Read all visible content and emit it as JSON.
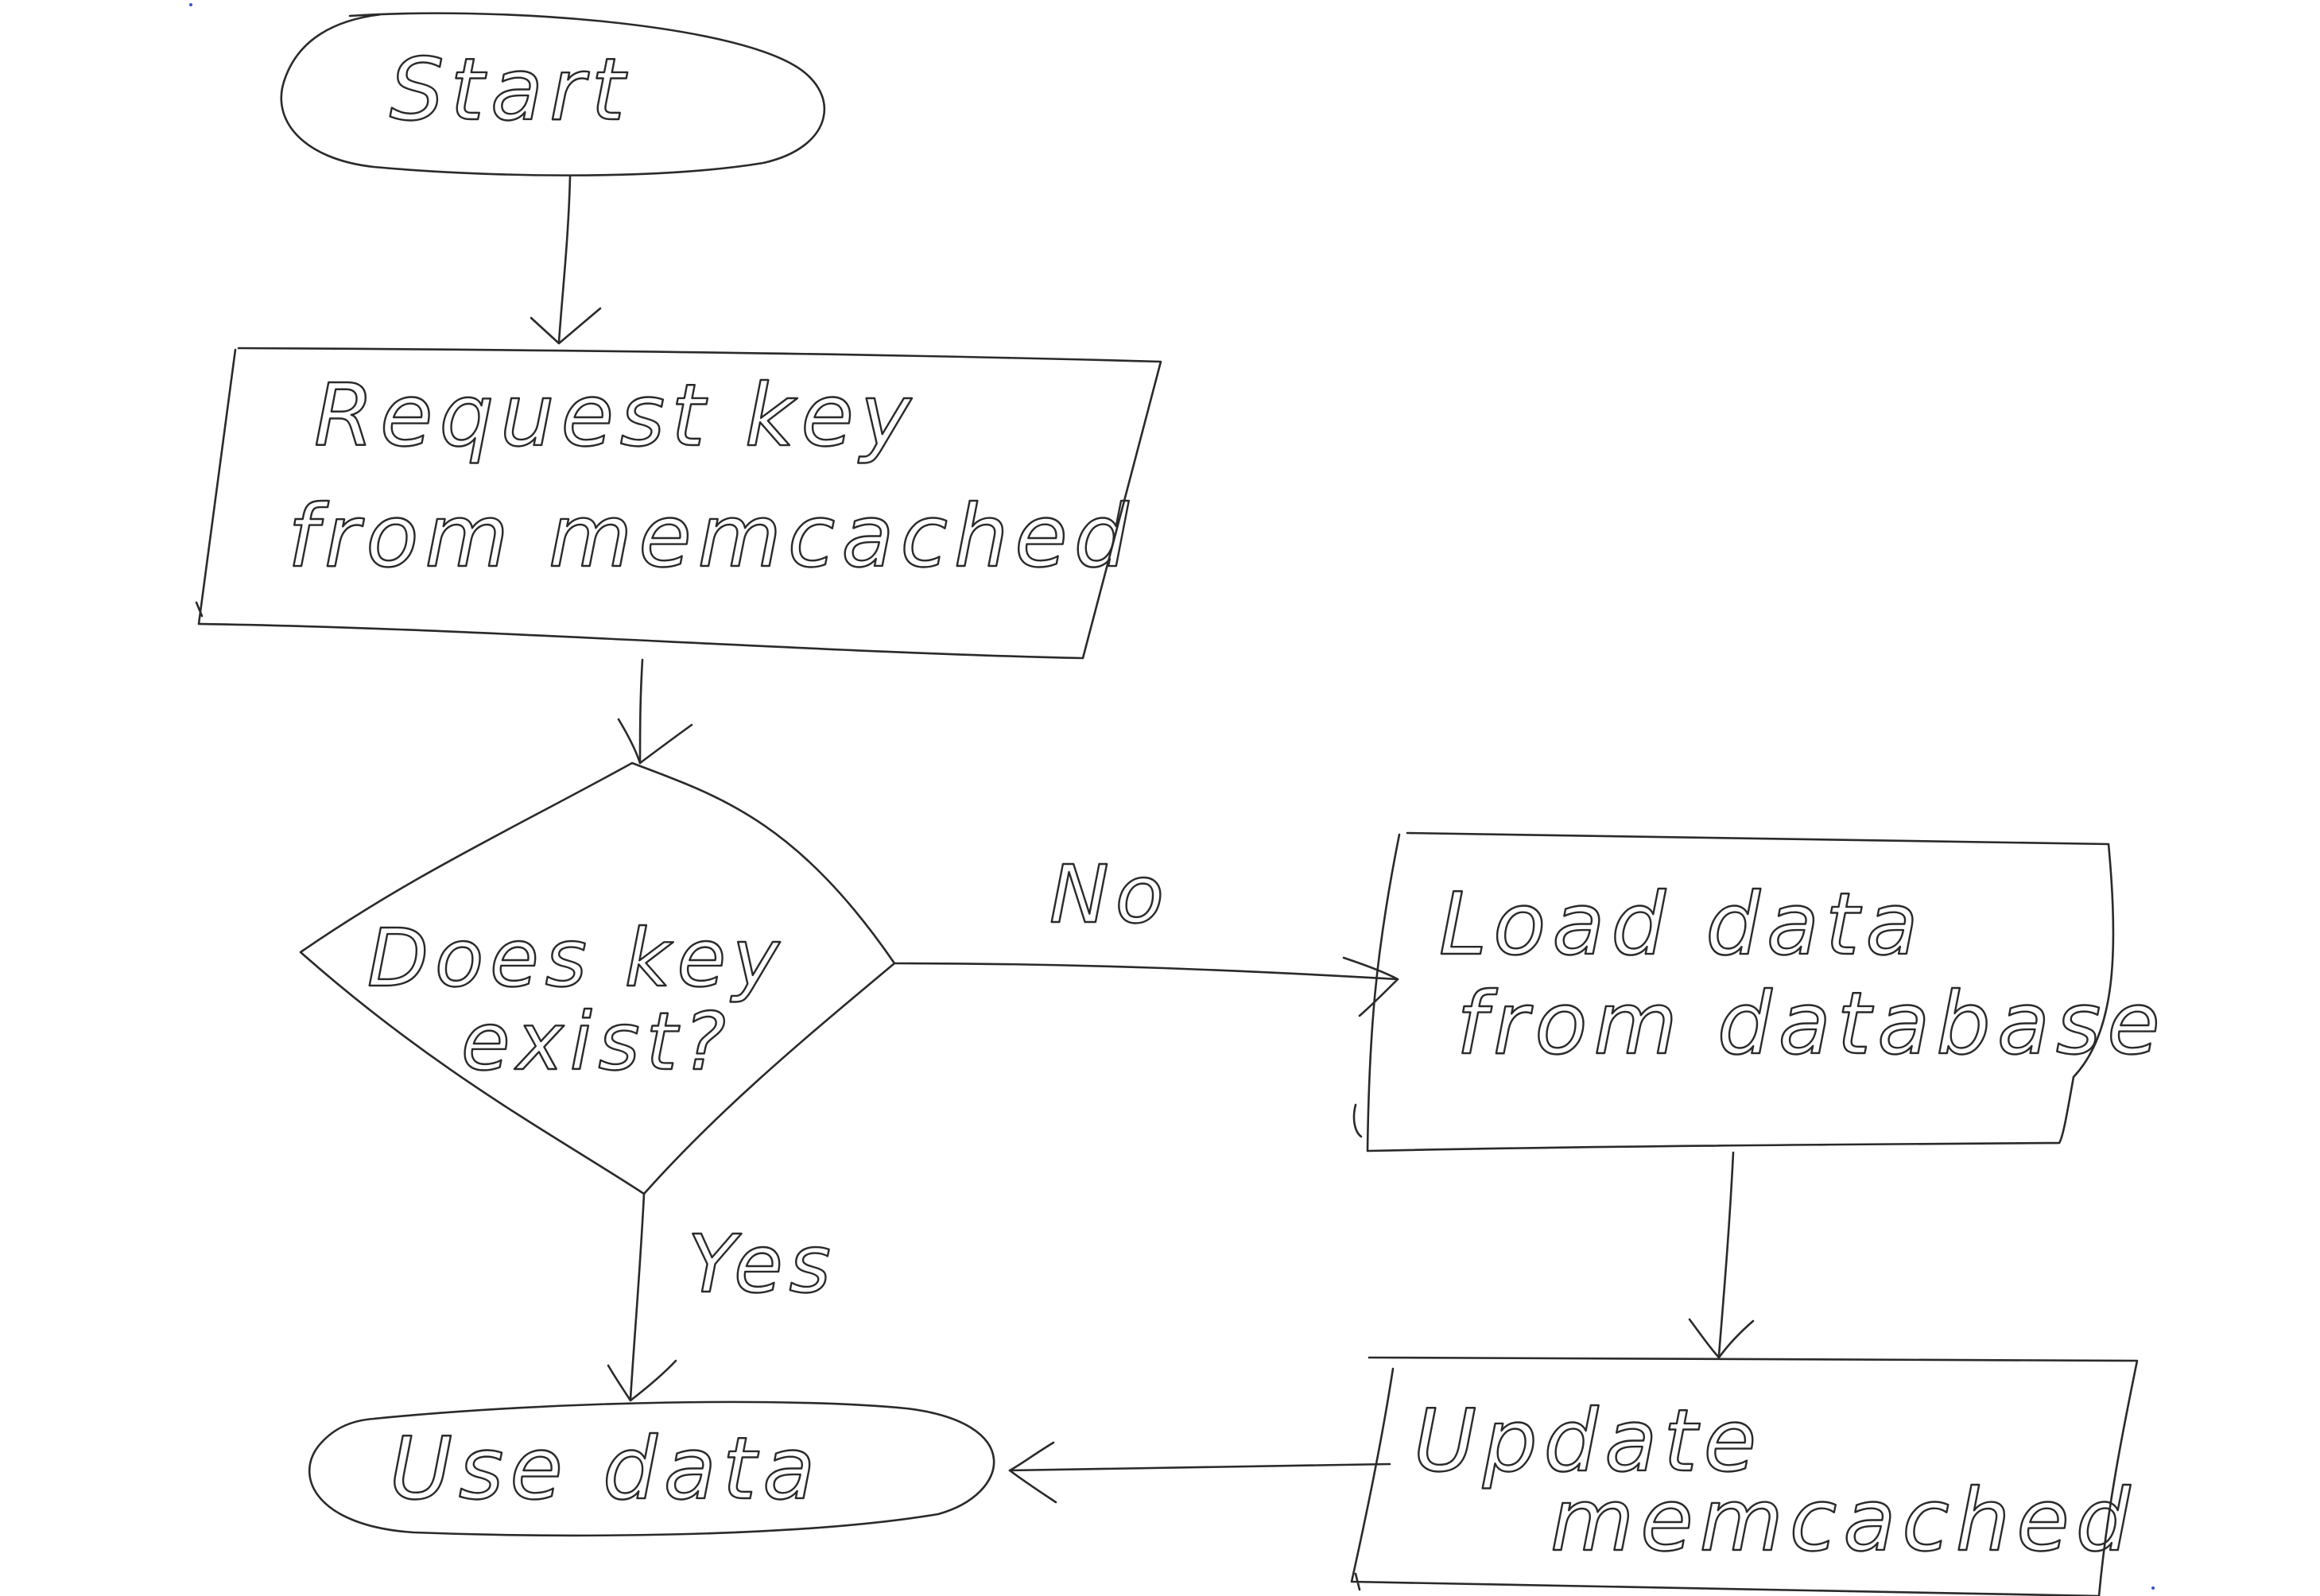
{
  "diagram": {
    "nodes": [
      {
        "id": "start",
        "shape": "ellipse",
        "lines": [
          "Start"
        ]
      },
      {
        "id": "request",
        "shape": "rectangle",
        "lines": [
          "Request key",
          "from memcached"
        ]
      },
      {
        "id": "decision",
        "shape": "diamond",
        "lines": [
          "Does key",
          "exist?"
        ]
      },
      {
        "id": "load",
        "shape": "rectangle",
        "lines": [
          "Load  data",
          "from database"
        ]
      },
      {
        "id": "update",
        "shape": "rectangle",
        "lines": [
          "Update",
          "memcached"
        ]
      },
      {
        "id": "use",
        "shape": "ellipse",
        "lines": [
          "Use data"
        ]
      }
    ],
    "edges": [
      {
        "from": "start",
        "to": "request",
        "label": ""
      },
      {
        "from": "request",
        "to": "decision",
        "label": ""
      },
      {
        "from": "decision",
        "to": "load",
        "label": "No"
      },
      {
        "from": "decision",
        "to": "use",
        "label": "Yes"
      },
      {
        "from": "load",
        "to": "update",
        "label": ""
      },
      {
        "from": "update",
        "to": "use",
        "label": ""
      }
    ],
    "colors": {
      "ink": "#2a2a2a",
      "background": "#ffffff"
    }
  }
}
